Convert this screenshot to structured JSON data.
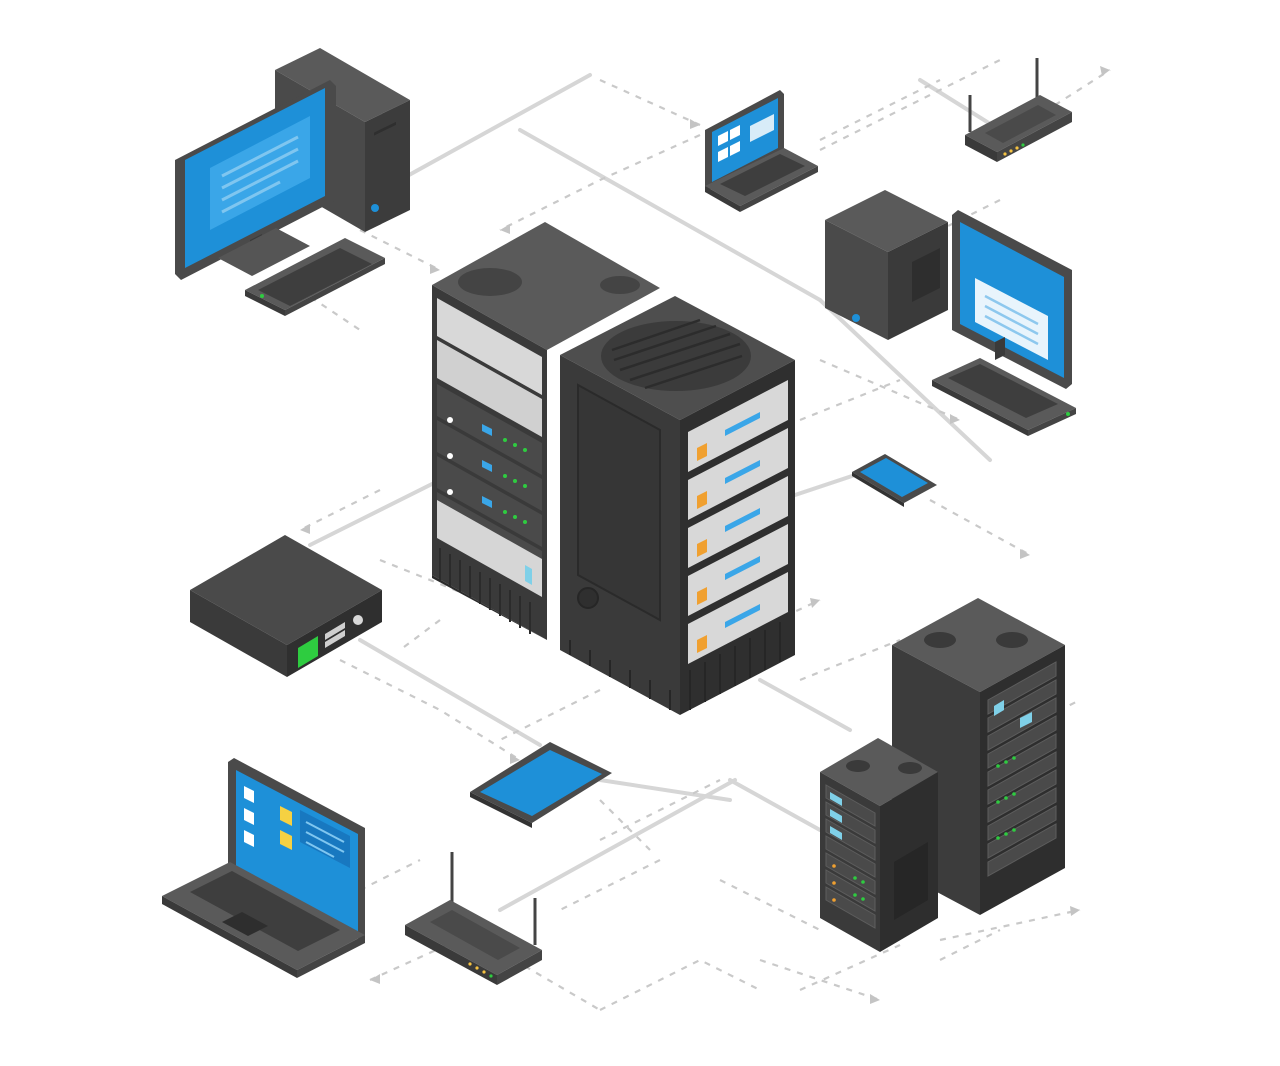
{
  "colors": {
    "background": "#ffffff",
    "rack_dark": "#3d3d3d",
    "rack_mid": "#4b4b4b",
    "rack_light": "#5e5e5e",
    "screen_blue": "#1e90d8",
    "screen_blue_light": "#3aa6e8",
    "panel_gray": "#d8d8d8",
    "led_green": "#2ecc40",
    "connector_line": "#cfcfcf"
  },
  "devices": [
    {
      "id": "desktop-top-left",
      "icon": "desktop-computer-icon"
    },
    {
      "id": "laptop-top",
      "icon": "laptop-icon"
    },
    {
      "id": "router-top-right",
      "icon": "wifi-router-icon"
    },
    {
      "id": "desktop-right",
      "icon": "desktop-computer-icon"
    },
    {
      "id": "server-cluster-center",
      "icon": "server-rack-icon"
    },
    {
      "id": "tablet-right",
      "icon": "tablet-icon"
    },
    {
      "id": "nas-box-left",
      "icon": "network-storage-icon"
    },
    {
      "id": "server-towers-bottom-right",
      "icon": "server-tower-icon"
    },
    {
      "id": "tablet-bottom",
      "icon": "tablet-icon"
    },
    {
      "id": "laptop-bottom-left",
      "icon": "laptop-icon"
    },
    {
      "id": "router-bottom",
      "icon": "wifi-router-icon"
    }
  ]
}
